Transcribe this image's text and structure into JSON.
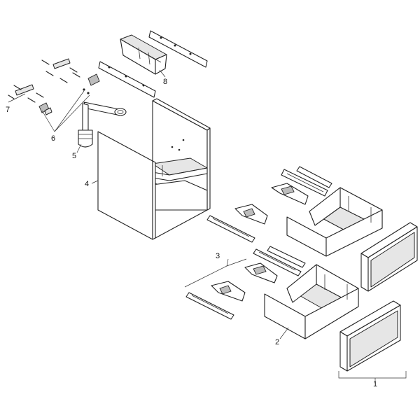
{
  "callouts": [
    {
      "id": "drawer-front-panels",
      "label": "1"
    },
    {
      "id": "drawer-boxes",
      "label": "2"
    },
    {
      "id": "drawer-runners",
      "label": "3"
    },
    {
      "id": "cabinet-body",
      "label": "4"
    },
    {
      "id": "siphon-trap",
      "label": "5"
    },
    {
      "id": "connector-clips",
      "label": "6"
    },
    {
      "id": "wall-brackets",
      "label": "7"
    },
    {
      "id": "storage-box-rails",
      "label": "8"
    }
  ]
}
